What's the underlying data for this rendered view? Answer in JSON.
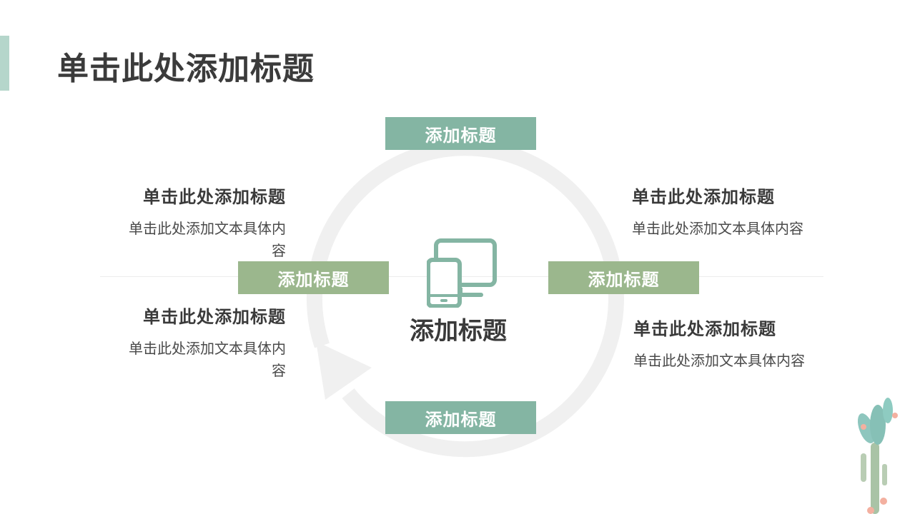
{
  "title": "单击此处添加标题",
  "center": {
    "label": "添加标题",
    "icon": "devices-icon"
  },
  "tags": {
    "top": "添加标题",
    "left": "添加标题",
    "right": "添加标题",
    "bottom": "添加标题"
  },
  "blocks": [
    {
      "heading": "单击此处添加标题",
      "body": "单击此处添加文本具体内容"
    },
    {
      "heading": "单击此处添加标题",
      "body": "单击此处添加文本具体内容"
    },
    {
      "heading": "单击此处添加标题",
      "body": "单击此处添加文本具体内容"
    },
    {
      "heading": "单击此处添加标题",
      "body": "单击此处添加文本具体内容"
    }
  ],
  "colors": {
    "teal": "#84b5a3",
    "olive": "#9bb78d",
    "ring": "#f0f0f0"
  }
}
